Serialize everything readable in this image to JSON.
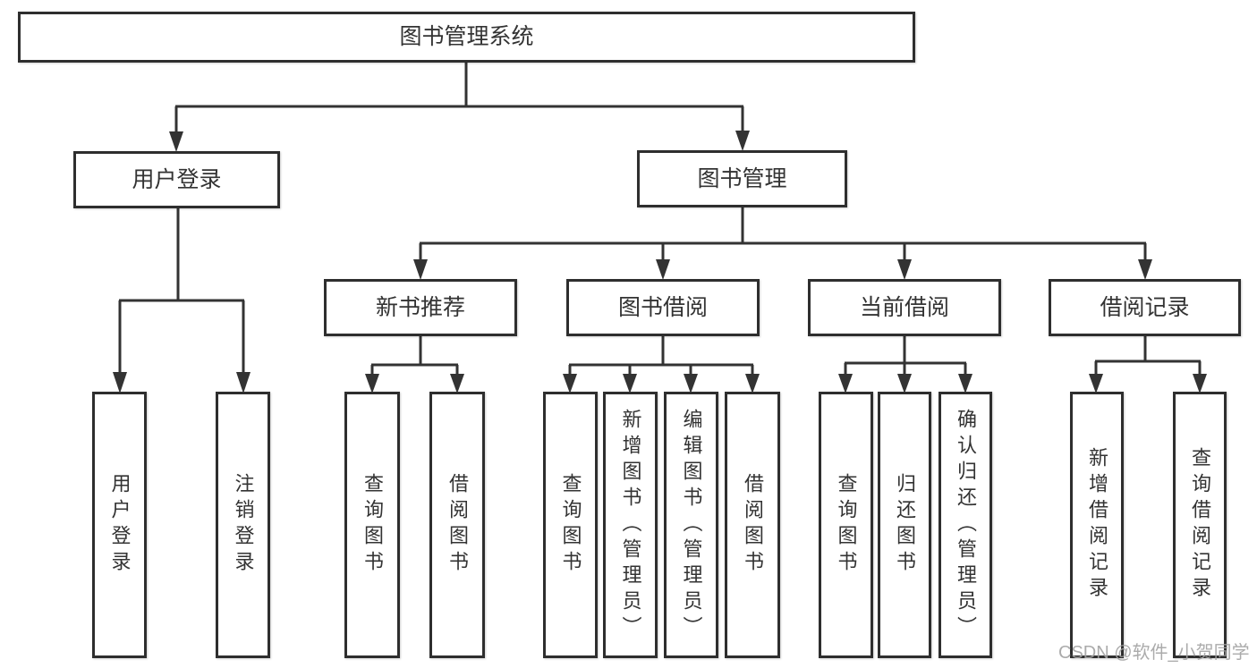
{
  "tree": {
    "label": "图书管理系统",
    "children": [
      {
        "label": "用户登录",
        "children": [
          {
            "label": "用户登录"
          },
          {
            "label": "注销登录"
          }
        ]
      },
      {
        "label": "图书管理",
        "children": [
          {
            "label": "新书推荐",
            "children": [
              {
                "label": "查询图书"
              },
              {
                "label": "借阅图书"
              }
            ]
          },
          {
            "label": "图书借阅",
            "children": [
              {
                "label": "查询图书"
              },
              {
                "label": "新增图书（管理员）"
              },
              {
                "label": "编辑图书（管理员）"
              },
              {
                "label": "借阅图书"
              }
            ]
          },
          {
            "label": "当前借阅",
            "children": [
              {
                "label": "查询图书"
              },
              {
                "label": "归还图书"
              },
              {
                "label": "确认归还（管理员）"
              }
            ]
          },
          {
            "label": "借阅记录",
            "children": [
              {
                "label": "新增借阅记录"
              },
              {
                "label": "查询借阅记录"
              }
            ]
          }
        ]
      }
    ]
  },
  "watermark": {
    "text": "CSDN @软件_小贺同学"
  },
  "colors": {
    "line": "#333333",
    "box_border": "#2e2e2e",
    "box_fill": "#ffffff",
    "text": "#333333",
    "watermark": "#a2a2a2"
  }
}
